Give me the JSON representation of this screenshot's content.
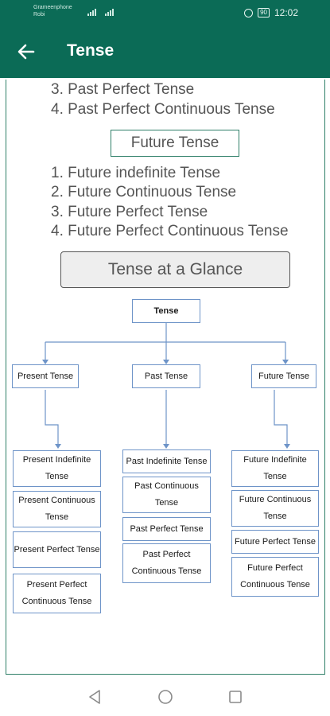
{
  "status_bar": {
    "carrier_line1": "Grameenphone",
    "carrier_line2": "Robi",
    "battery": "90",
    "time": "12:02"
  },
  "app_bar": {
    "back_icon": "arrow-left-icon",
    "title": "Tense"
  },
  "content": {
    "past_items": [
      "3. Past Perfect Tense",
      "4. Past Perfect Continuous Tense"
    ],
    "future_heading": "Future Tense",
    "future_items": [
      "1. Future indefinite Tense",
      "2. Future Continuous Tense",
      "3. Future Perfect Tense",
      "4. Future Perfect Continuous Tense"
    ],
    "glance_button": "Tense at a Glance"
  },
  "diagram": {
    "root": "Tense",
    "branches": [
      {
        "label": "Present Tense",
        "children": [
          "Present Indefinite Tense",
          "Present Continuous Tense",
          "Present Perfect Tense",
          "Present Perfect Continuous Tense"
        ]
      },
      {
        "label": "Past Tense",
        "children": [
          "Past Indefinite Tense",
          "Past Continuous Tense",
          "Past Perfect Tense",
          "Past Perfect Continuous Tense"
        ]
      },
      {
        "label": "Future Tense",
        "children": [
          "Future Indefinite Tense",
          "Future Continuous Tense",
          "Future Perfect Tense",
          "Future Perfect Continuous Tense"
        ]
      }
    ],
    "colors": {
      "line": "#6e94c8",
      "accent": "#0b6b56"
    }
  },
  "nav_bar": {
    "icons": [
      "back-triangle-icon",
      "home-circle-icon",
      "recents-square-icon"
    ]
  }
}
